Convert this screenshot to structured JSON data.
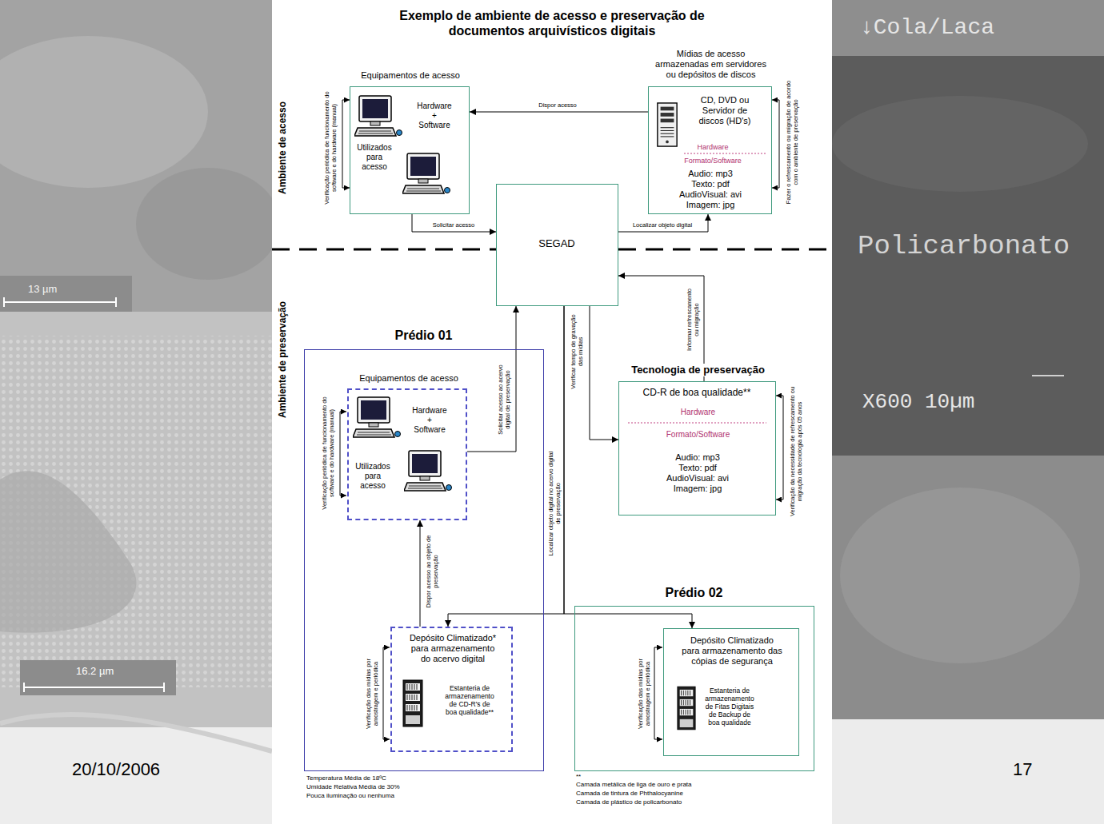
{
  "diagram": {
    "title": "Exemplo de ambiente de acesso e preservação de documentos arquivísticos digitais",
    "nodes": [
      {
        "text": [
          "Equipamentos de acesso",
          "Hardware + Software",
          "Utilizados para acesso"
        ]
      },
      {
        "text": [
          "Mídias de acesso armazenadas em servidores ou depósitos de discos",
          "CD, DVD ou Servidor de discos (HD's)",
          "Hardware",
          "Formato/Software",
          "Audio: mp3 Texto: pdf AudioVisual: avi Imagem: jpg"
        ]
      },
      {
        "text": [
          "SEGAD"
        ]
      },
      {
        "text": [
          "Prédio 01"
        ]
      },
      {
        "text": [
          "Equipamentos de acesso",
          "Hardware + Software",
          "Utilizados para acesso"
        ],
        "in": 3
      },
      {
        "text": [
          "Depósito Climatizado* para armazenamento do acervo digital",
          "Estanteria de armazenamento de CD-R's de boa qualidade**"
        ],
        "in": 3
      },
      {
        "text": [
          "Tecnologia de preservação",
          "CD-R de boa qualidade**",
          "Hardware",
          "Formato/Software",
          "Audio: mp3 Texto: pdf AudioVisual: avi Imagem: jpg"
        ]
      },
      {
        "text": [
          "Prédio 02"
        ]
      },
      {
        "text": [
          "Depósito Climatizado para armazenamento das cópias de segurança",
          "Estanteria de armazenamento de Fitas Digitais de Backup de boa qualidade"
        ],
        "in": 7
      }
    ],
    "edges": [
      {
        "from": 1,
        "to": 0,
        "arrow": "to",
        "label": "Dispor acesso"
      },
      {
        "from": 0,
        "to": 2,
        "arrow": "to",
        "label": "Solicitar acesso"
      },
      {
        "from": 2,
        "to": 1,
        "arrow": "to",
        "label": "Localizar objeto digital"
      },
      {
        "from": 6,
        "to": 2,
        "arrow": "to",
        "label": "Informar refrescamento ou migração"
      },
      {
        "from": 4,
        "to": 2,
        "arrow": "to",
        "label": "Solicitar acesso ao acervo digital de preservação"
      },
      {
        "from": 2,
        "to": 6,
        "arrow": "to",
        "label": "Verificar tempo de gravação das mídias"
      },
      {
        "from": 2,
        "to": 5,
        "arrow": "to",
        "label": "Localizar objeto digital no acervo digital de preservação"
      },
      {
        "from": 2,
        "to": 8,
        "arrow": "to"
      },
      {
        "from": 5,
        "to": 4,
        "arrow": "to",
        "label": "Dispor acesso ao objeto de preservação"
      }
    ],
    "labels": [
      "Ambiente de acesso",
      "Ambiente de preservação",
      "Verificação periódica de funcionamento do software e do hardware (manual)",
      "Fazer o refrescamento ou migração de acordo com o ambiente de preservação",
      "Verificação periódica de funcionamento do software e do hardware (manual)",
      "Verificação da necessidade de refrescamento ou migração da tecnologia após 05 anos",
      "Verificação das mídias por amostragem e periódica",
      "Verificação das mídias por amostragem e periódica",
      "Temperatura Média de 18ºC",
      "Umidade Relativa Média de 30%",
      "Pouca iluminação ou nenhuma",
      "**",
      "Camada metálica de liga de ouro e prata",
      "Camada de tintura de Phthalocyanine",
      "Camada de plástico de policarbonato",
      "20/10/2006",
      "17",
      "13 µm",
      "16.2 µm",
      "↓Cola/Laca",
      "Policarbonato",
      "X600 10µm"
    ]
  }
}
